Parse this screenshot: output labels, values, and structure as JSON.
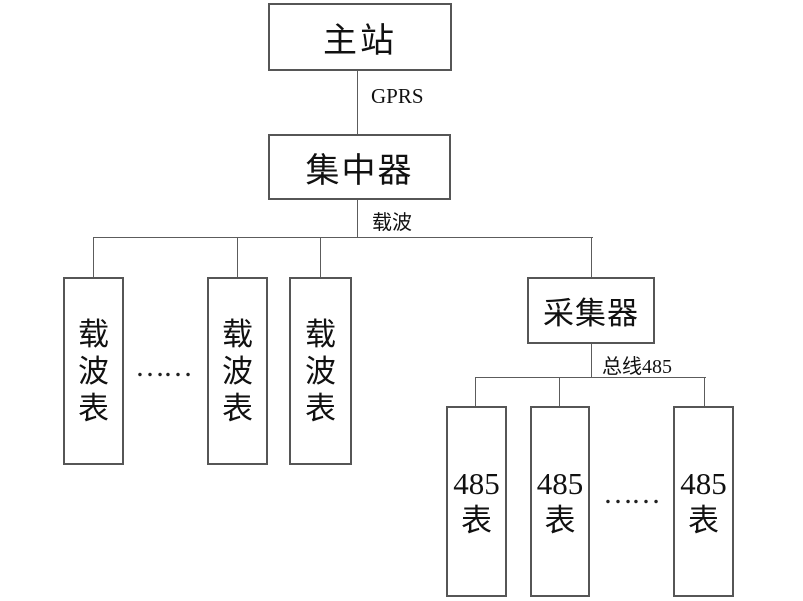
{
  "colors": {
    "background": "#ffffff",
    "box_border": "#565656",
    "line": "#5c5c5c",
    "text": "#111111"
  },
  "nodes": {
    "master": {
      "label": "主站"
    },
    "concentrator": {
      "label": "集中器"
    },
    "collector": {
      "label": "采集器"
    }
  },
  "carrier_meters": [
    {
      "lines": [
        "载",
        "波",
        "表"
      ]
    },
    {
      "lines": [
        "载",
        "波",
        "表"
      ]
    },
    {
      "lines": [
        "载",
        "波",
        "表"
      ]
    }
  ],
  "meters_485": [
    {
      "lines": [
        "485",
        "表"
      ]
    },
    {
      "lines": [
        "485",
        "表"
      ]
    },
    {
      "lines": [
        "485",
        "表"
      ]
    }
  ],
  "links": {
    "gprs": "GPRS",
    "carrier": "载波",
    "bus485": "总线485"
  },
  "ellipsis": {
    "left": "……",
    "right": "……"
  }
}
